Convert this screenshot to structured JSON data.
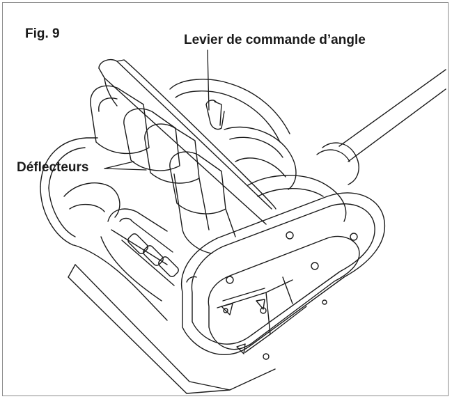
{
  "figure": {
    "label": "Fig. 9",
    "callouts": {
      "angle_lever": "Levier de commande d’angle",
      "deflectors": "Déflecteurs"
    }
  },
  "colors": {
    "line": "#1a1a1a",
    "frame": "#8a8a8a",
    "background": "#ffffff"
  }
}
